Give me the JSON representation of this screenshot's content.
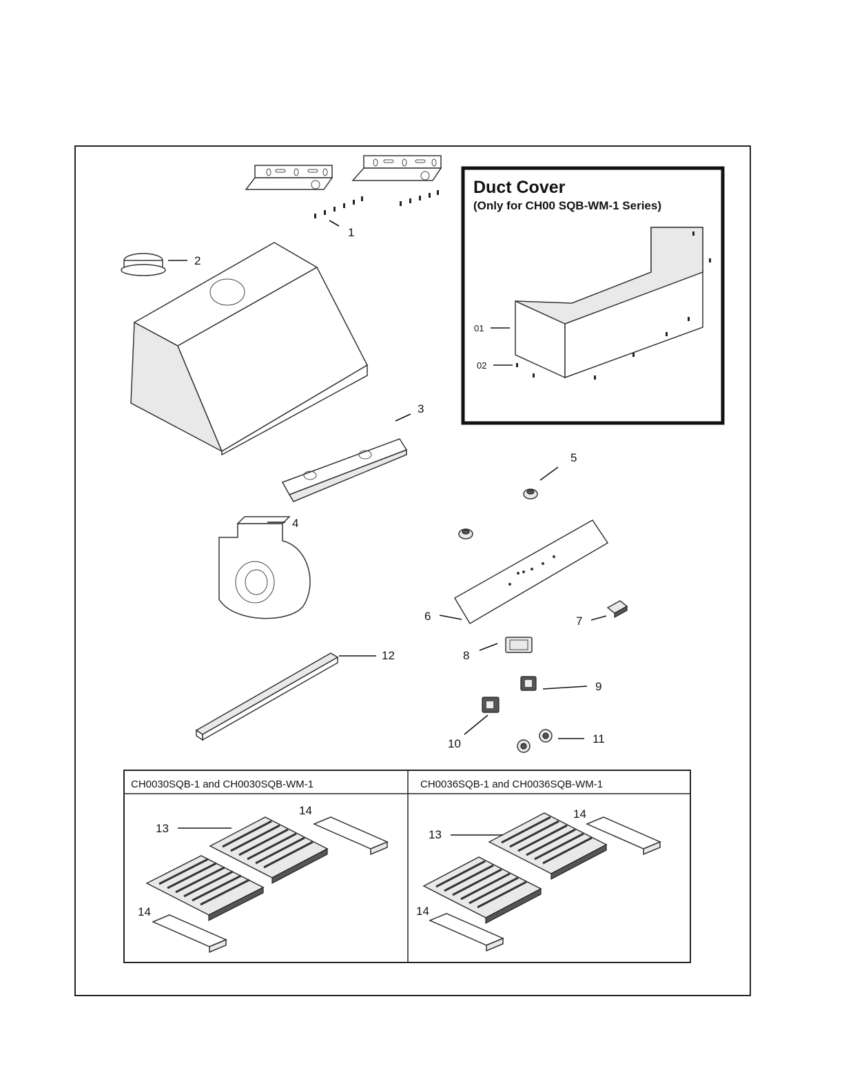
{
  "duct_cover": {
    "title": "Duct Cover",
    "subtitle": "(Only for CH00 SQB-WM-1 Series)",
    "callouts": [
      "01",
      "02"
    ]
  },
  "callouts": {
    "c1": "1",
    "c2": "2",
    "c3": "3",
    "c4": "4",
    "c5": "5",
    "c6": "6",
    "c7": "7",
    "c8": "8",
    "c9": "9",
    "c10": "10",
    "c11": "11",
    "c12": "12"
  },
  "filter_table": {
    "left_header": "CH0030SQB-1 and CH0030SQB-WM-1",
    "right_header": "CH0036SQB-1 and CH0036SQB-WM-1",
    "left_callouts": {
      "filter": "13",
      "cover_top": "14",
      "cover_bottom": "14"
    },
    "right_callouts": {
      "filter": "13",
      "cover_top": "14",
      "cover_bottom": "14"
    }
  }
}
